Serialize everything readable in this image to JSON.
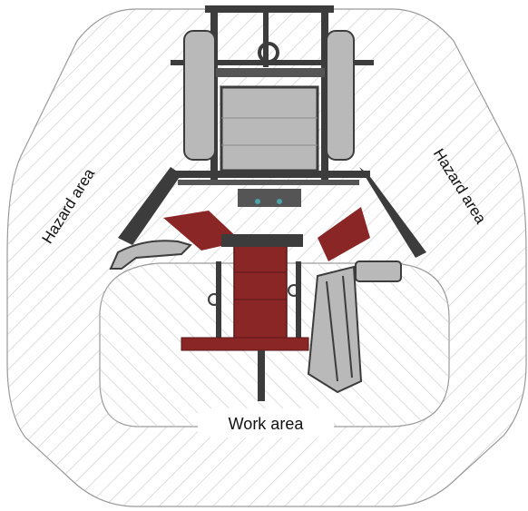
{
  "labels": {
    "hazard_left": "Hazard area",
    "hazard_right": "Hazard area",
    "work": "Work area"
  },
  "colors": {
    "hatch": "#cfcfcf",
    "zone_outline": "#9a9a9a",
    "frame_dark": "#3c3c3c",
    "panel_grey": "#b9b9b9",
    "implement_red": "#8b2626"
  }
}
